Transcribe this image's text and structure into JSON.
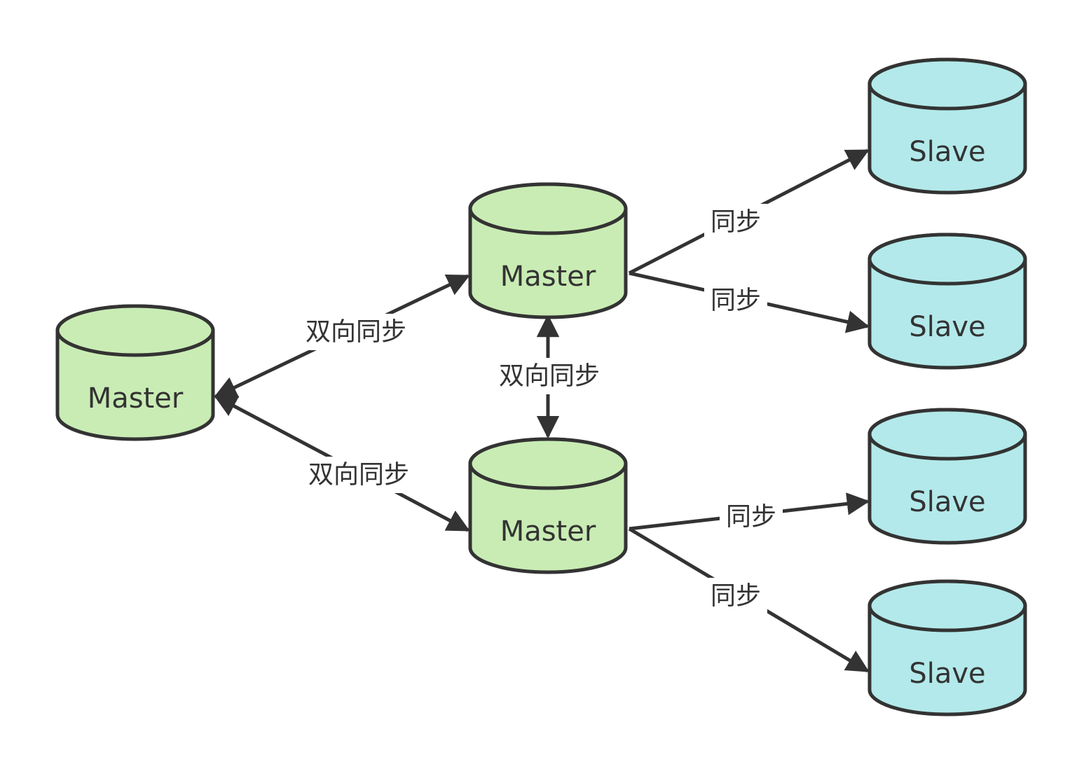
{
  "diagram": {
    "title": "MySQL dual-master replication topology",
    "colors": {
      "master_fill": "#c9ecb4",
      "slave_fill": "#b3e9ea",
      "stroke": "#333333",
      "background": "#ffffff"
    },
    "nodes": [
      {
        "id": "master-left",
        "label": "Master",
        "role": "master"
      },
      {
        "id": "master-top",
        "label": "Master",
        "role": "master"
      },
      {
        "id": "master-bottom",
        "label": "Master",
        "role": "master"
      },
      {
        "id": "slave-1",
        "label": "Slave",
        "role": "slave"
      },
      {
        "id": "slave-2",
        "label": "Slave",
        "role": "slave"
      },
      {
        "id": "slave-3",
        "label": "Slave",
        "role": "slave"
      },
      {
        "id": "slave-4",
        "label": "Slave",
        "role": "slave"
      }
    ],
    "edges": [
      {
        "id": "e1",
        "from": "master-top",
        "to": "master-left",
        "label": "双向同步",
        "direction": "both"
      },
      {
        "id": "e2",
        "from": "master-left",
        "to": "master-bottom",
        "label": "双向同步",
        "direction": "both"
      },
      {
        "id": "e3",
        "from": "master-top",
        "to": "master-bottom",
        "label": "双向同步",
        "direction": "both"
      },
      {
        "id": "e4",
        "from": "master-top",
        "to": "slave-1",
        "label": "同步",
        "direction": "forward"
      },
      {
        "id": "e5",
        "from": "master-top",
        "to": "slave-2",
        "label": "同步",
        "direction": "forward"
      },
      {
        "id": "e6",
        "from": "master-bottom",
        "to": "slave-3",
        "label": "同步",
        "direction": "forward"
      },
      {
        "id": "e7",
        "from": "master-bottom",
        "to": "slave-4",
        "label": "同步",
        "direction": "forward"
      }
    ]
  }
}
